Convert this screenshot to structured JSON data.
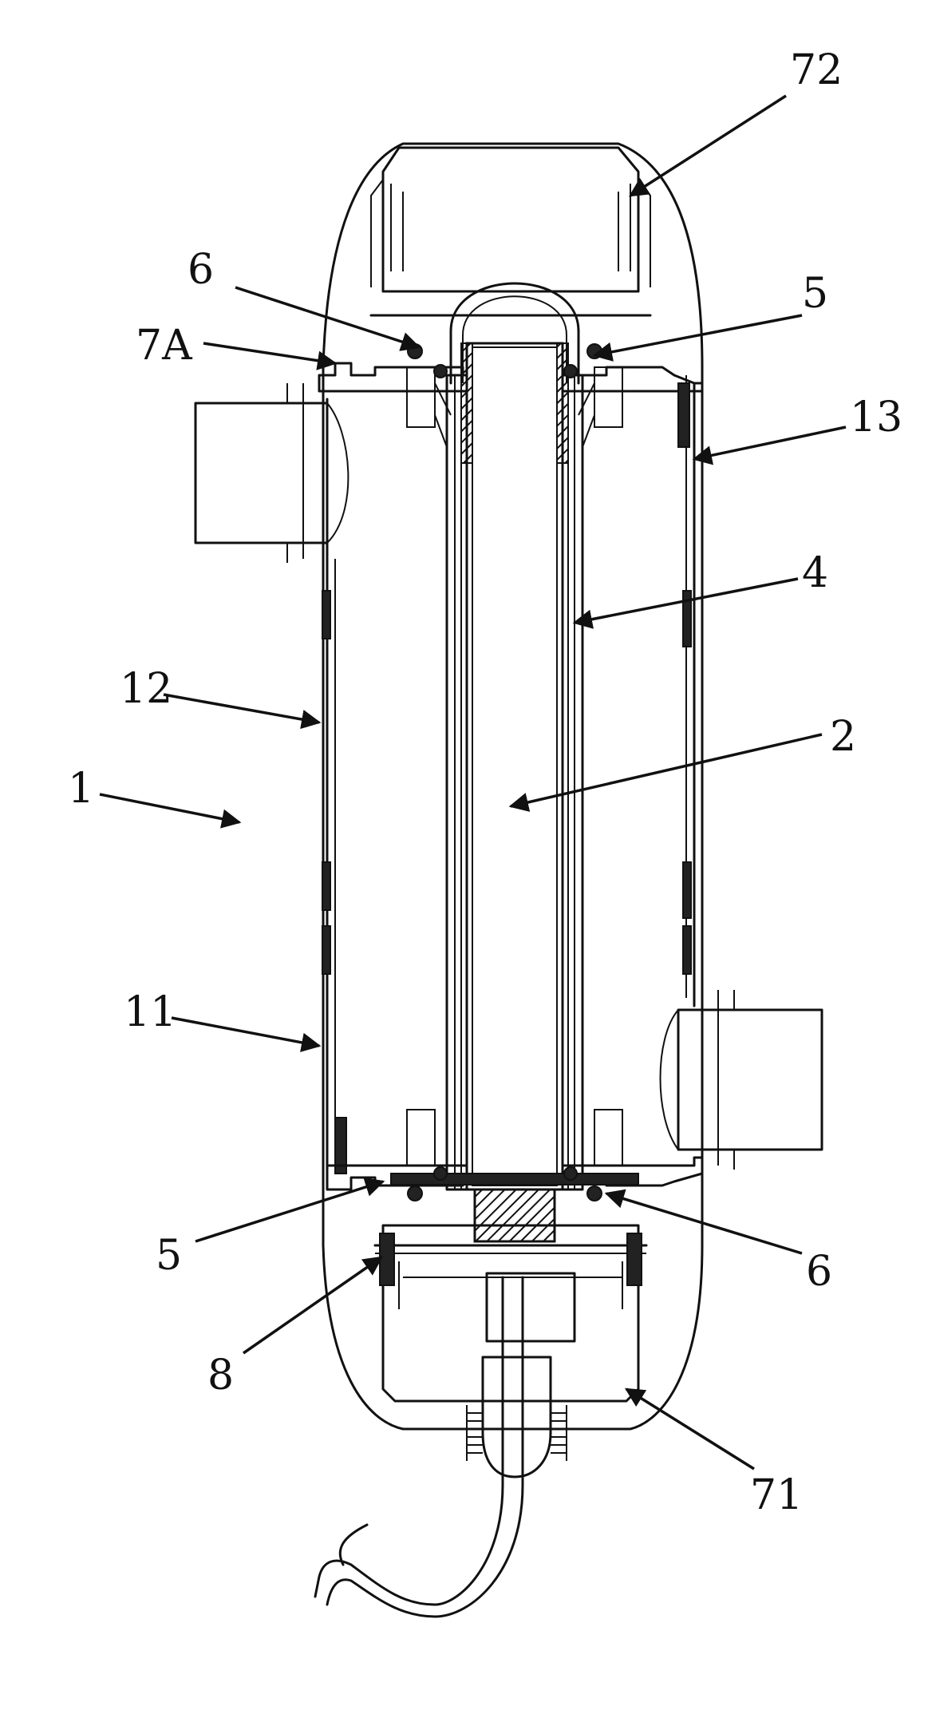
{
  "figure": {
    "labels": {
      "l72": "72",
      "l6_top": "6",
      "l5_top": "5",
      "l7A": "7A",
      "l13": "13",
      "l4": "4",
      "l12": "12",
      "l2": "2",
      "l1": "1",
      "l11": "11",
      "l5_bottom": "5",
      "l6_bottom": "6",
      "l8": "8",
      "l71": "71"
    }
  }
}
